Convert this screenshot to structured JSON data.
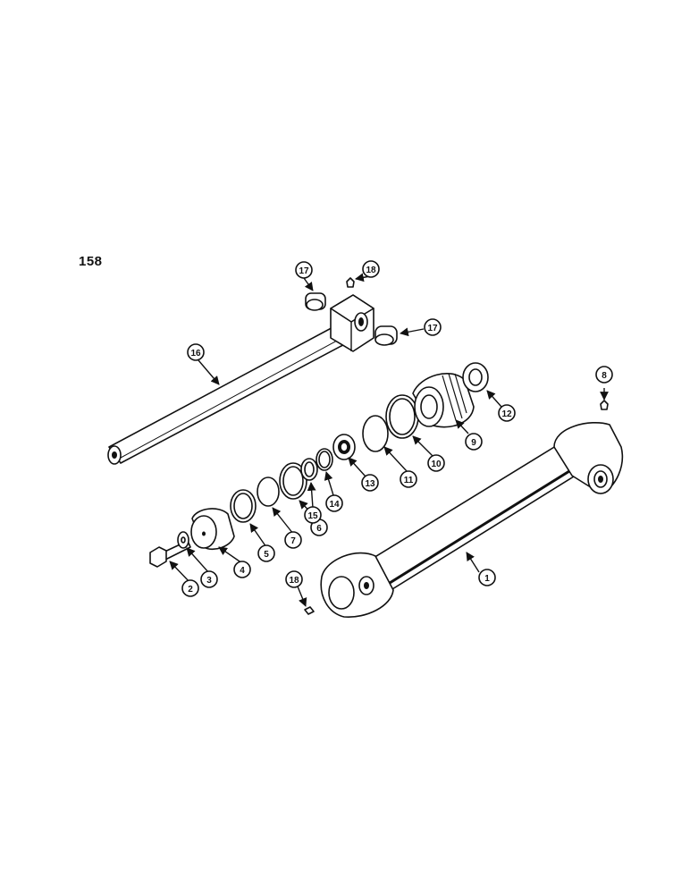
{
  "page_number": "158",
  "callouts": [
    "1",
    "2",
    "3",
    "4",
    "5",
    "6",
    "7",
    "8",
    "9",
    "10",
    "11",
    "12",
    "13",
    "14",
    "15",
    "16",
    "17",
    "17",
    "18",
    "18"
  ],
  "colors": {
    "ink": "#111111",
    "background": "#ffffff"
  }
}
